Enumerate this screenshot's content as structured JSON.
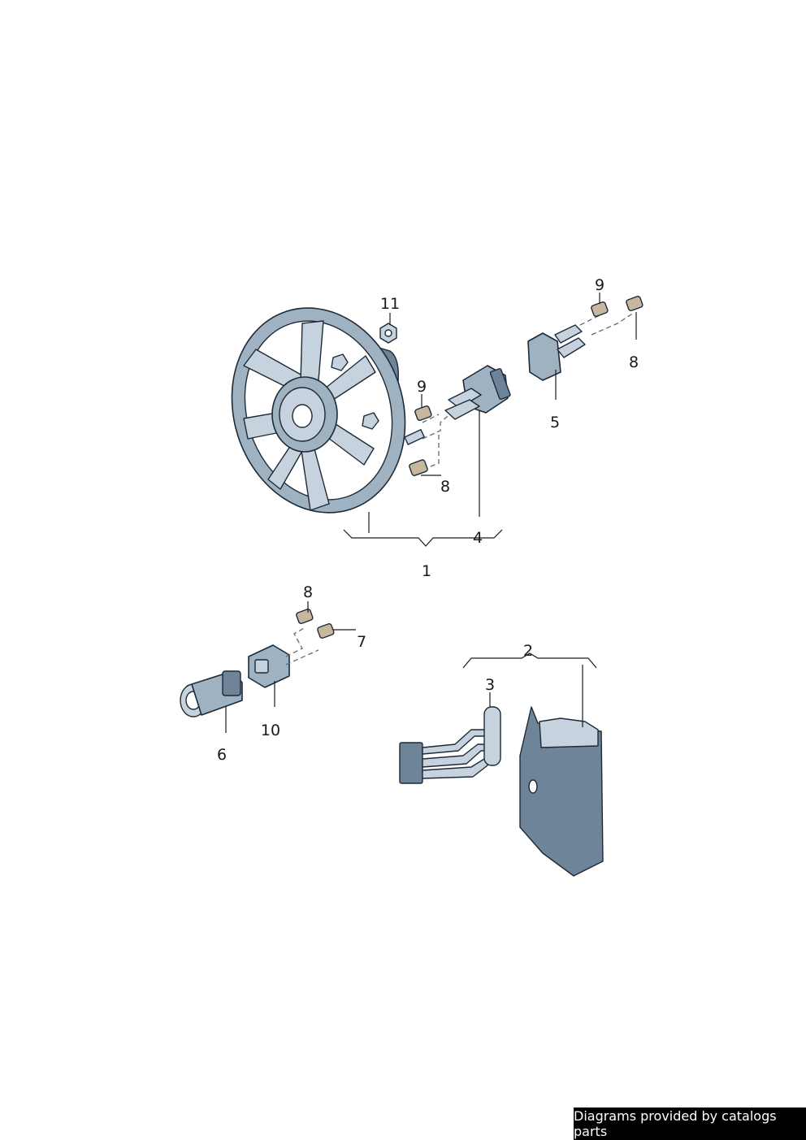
{
  "callouts": [
    "1",
    "2",
    "3",
    "4",
    "5",
    "6",
    "7",
    "8",
    "8",
    "8",
    "9",
    "9",
    "10",
    "11"
  ],
  "footer": {
    "credit": "Diagrams provided by catalogs parts"
  }
}
